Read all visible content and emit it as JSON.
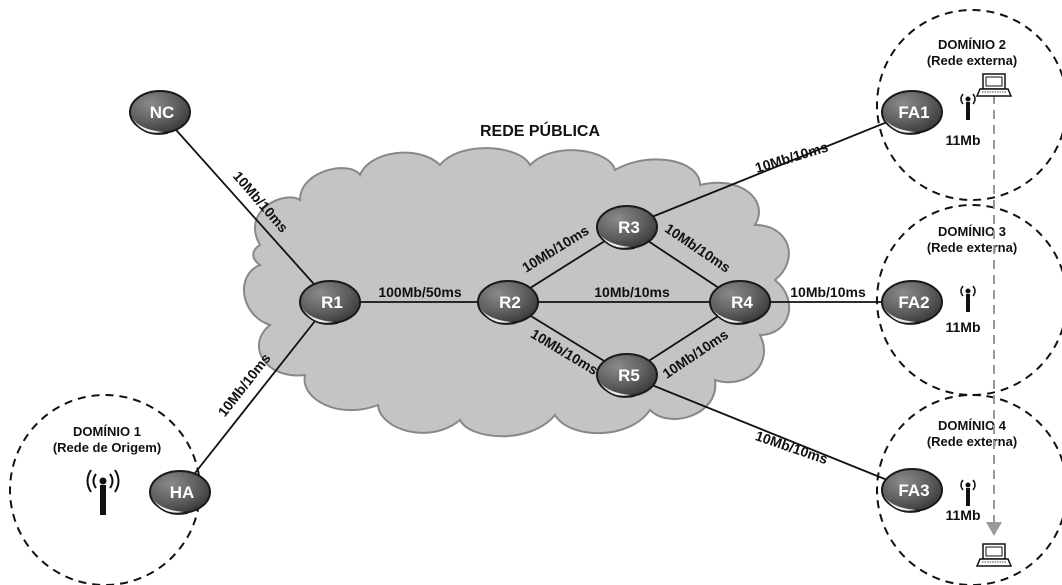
{
  "title": "REDE PÚBLICA",
  "domains": [
    {
      "id": "d1",
      "line1": "DOMÍNIO 1",
      "line2": "(Rede de Origem)"
    },
    {
      "id": "d2",
      "line1": "DOMÍNIO 2",
      "line2": "(Rede externa)"
    },
    {
      "id": "d3",
      "line1": "DOMÍNIO 3",
      "line2": "(Rede externa)"
    },
    {
      "id": "d4",
      "line1": "DOMÍNIO 4",
      "line2": "(Rede externa)"
    }
  ],
  "nodes": [
    {
      "id": "NC",
      "label": "NC"
    },
    {
      "id": "HA",
      "label": "HA"
    },
    {
      "id": "R1",
      "label": "R1"
    },
    {
      "id": "R2",
      "label": "R2"
    },
    {
      "id": "R3",
      "label": "R3"
    },
    {
      "id": "R4",
      "label": "R4"
    },
    {
      "id": "R5",
      "label": "R5"
    },
    {
      "id": "FA1",
      "label": "FA1"
    },
    {
      "id": "FA2",
      "label": "FA2"
    },
    {
      "id": "FA3",
      "label": "FA3"
    }
  ],
  "links": [
    {
      "id": "nc_r1",
      "label": "10Mb/10ms"
    },
    {
      "id": "ha_r1",
      "label": "10Mb/10ms"
    },
    {
      "id": "r1_r2",
      "label": "100Mb/50ms"
    },
    {
      "id": "r2_r3",
      "label": "10Mb/10ms"
    },
    {
      "id": "r2_r4",
      "label": "10Mb/10ms"
    },
    {
      "id": "r2_r5",
      "label": "10Mb/10ms"
    },
    {
      "id": "r3_r4",
      "label": "10Mb/10ms"
    },
    {
      "id": "r5_r4",
      "label": "10Mb/10ms"
    },
    {
      "id": "r3_fa1",
      "label": "10Mb/10ms"
    },
    {
      "id": "r4_fa2",
      "label": "10Mb/10ms"
    },
    {
      "id": "r5_fa3",
      "label": "10Mb/10ms"
    }
  ],
  "wireless": [
    {
      "id": "fa1",
      "label": "11Mb"
    },
    {
      "id": "fa2",
      "label": "11Mb"
    },
    {
      "id": "fa3",
      "label": "11Mb"
    }
  ]
}
